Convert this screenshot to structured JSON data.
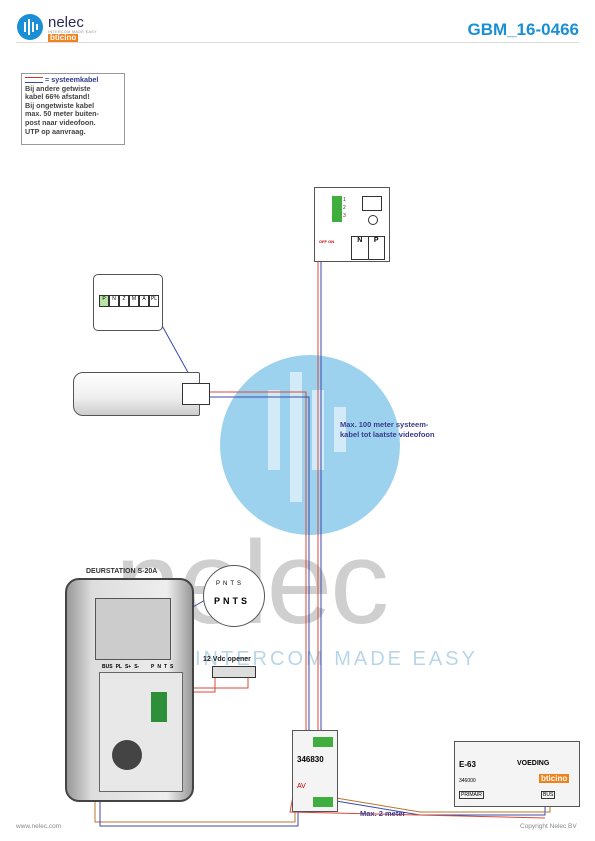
{
  "header": {
    "brand": "nelec",
    "brand_tagline": "INTERCOM MADE EASY",
    "partner_brand": "bticino",
    "document_number": "GBM_16-0466"
  },
  "legend": {
    "title": "= systeemkabel",
    "lines": [
      "Bij andere getwiste",
      "kabel 66% afstand!",
      "Bij ongetwiste kabel",
      "max. 50 meter buiten-",
      "post naar videofoon.",
      "UTP op aanvraag."
    ]
  },
  "watermark": {
    "word": "nelec",
    "tagline": "INTERCOM MADE EASY"
  },
  "monitor": {
    "terminals": [
      "1",
      "2",
      "3"
    ],
    "power_switch": "OFF ON",
    "np": [
      "N",
      "P"
    ]
  },
  "handset_module": {
    "terminals": [
      "P",
      "N",
      "Z",
      "M",
      "A",
      "PL"
    ]
  },
  "notes": {
    "systeemkabel": [
      "Max. 100 meter systeem-",
      "kabel tot laatste videofoon"
    ],
    "max_2_meter": "Max. 2 meter",
    "opener": "12 Vdc opener"
  },
  "doorstation": {
    "title": "DEURSTATION S-20A",
    "zoom_top": [
      "P",
      "N",
      "T",
      "S"
    ],
    "zoom_bottom": [
      "P",
      "N",
      "T",
      "S"
    ],
    "bus_labels": [
      "BUS",
      "PL",
      "S+",
      "S-"
    ],
    "pnts_labels": [
      "P",
      "N",
      "T",
      "S"
    ]
  },
  "interface": {
    "model": "346830",
    "av": "AV"
  },
  "psu": {
    "model": "E-63",
    "name": "VOEDING",
    "brand": "bticino",
    "part": "346000",
    "primary": "PRIMAIR",
    "bus": "BUS"
  },
  "footer": {
    "left": "www.nelec.com",
    "right": "Copyright Nelec BV"
  },
  "colors": {
    "accent": "#1b8fd6",
    "red_wire": "#d84a3a",
    "blue_wire": "#3949ab",
    "brown_wire": "#b8742a",
    "green": "#3fae3f"
  }
}
